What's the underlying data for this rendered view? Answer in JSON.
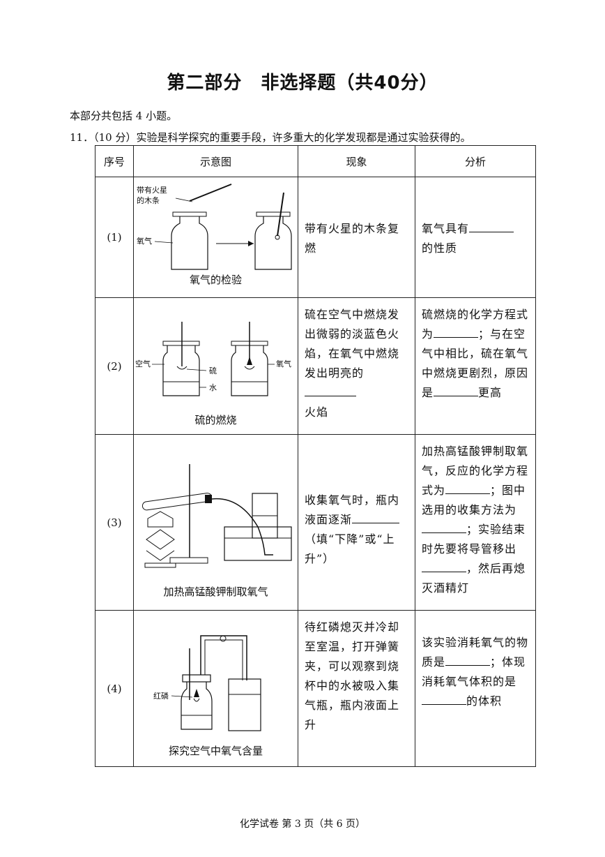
{
  "title": "第二部分　非选择题（共40分）",
  "intro": "本部分共包括 4 小题。",
  "question": "11．（10 分）实验是科学探究的重要手段，许多重大的化学发现都是通过实验获得的。",
  "headers": [
    "序号",
    "示意图",
    "现象",
    "分析"
  ],
  "rows": [
    {
      "num": "(1)",
      "caption": "氧气的检验",
      "labels": {
        "splint": "带有火星的木条",
        "gas": "氧气"
      },
      "phenomenon": "带有火星的木条复燃",
      "analysis": [
        "氧气具有",
        "的性质"
      ]
    },
    {
      "num": "(2)",
      "caption": "硫的燃烧",
      "labels": {
        "air": "空气",
        "sulfur": "硫",
        "water": "水",
        "oxygen": "氧气"
      },
      "phenomenon": [
        "硫在空气中燃烧发出微弱的淡蓝色火焰，在氧气中燃烧发出明亮的",
        "火焰"
      ],
      "analysis": [
        "硫燃烧的化学方程式为",
        "；与在空气中相比，硫在氧气中燃烧更剧烈，原因是",
        "更高"
      ]
    },
    {
      "num": "(3)",
      "caption": "加热高锰酸钾制取氧气",
      "phenomenon": [
        "收集氧气时，瓶内液面逐渐",
        "（填“下降”或“上升”）"
      ],
      "analysis": [
        "加热高锰酸钾制取氧气，反应的化学方程式为",
        "；图中选用的收集方法为",
        "；实验结束时先要将导管移出",
        "，然后再熄灭酒精灯"
      ]
    },
    {
      "num": "(4)",
      "caption": "探究空气中氧气含量",
      "labels": {
        "phosphorus": "红磷"
      },
      "phenomenon": "待红磷熄灭并冷却至室温，打开弹簧夹，可以观察到烧杯中的水被吸入集气瓶，瓶内液面上升",
      "analysis": [
        "该实验消耗氧气的物质是",
        "；体现消耗氧气体积的是",
        "的体积"
      ]
    }
  ],
  "footer": "化学试卷 第 3 页（共 6 页）"
}
